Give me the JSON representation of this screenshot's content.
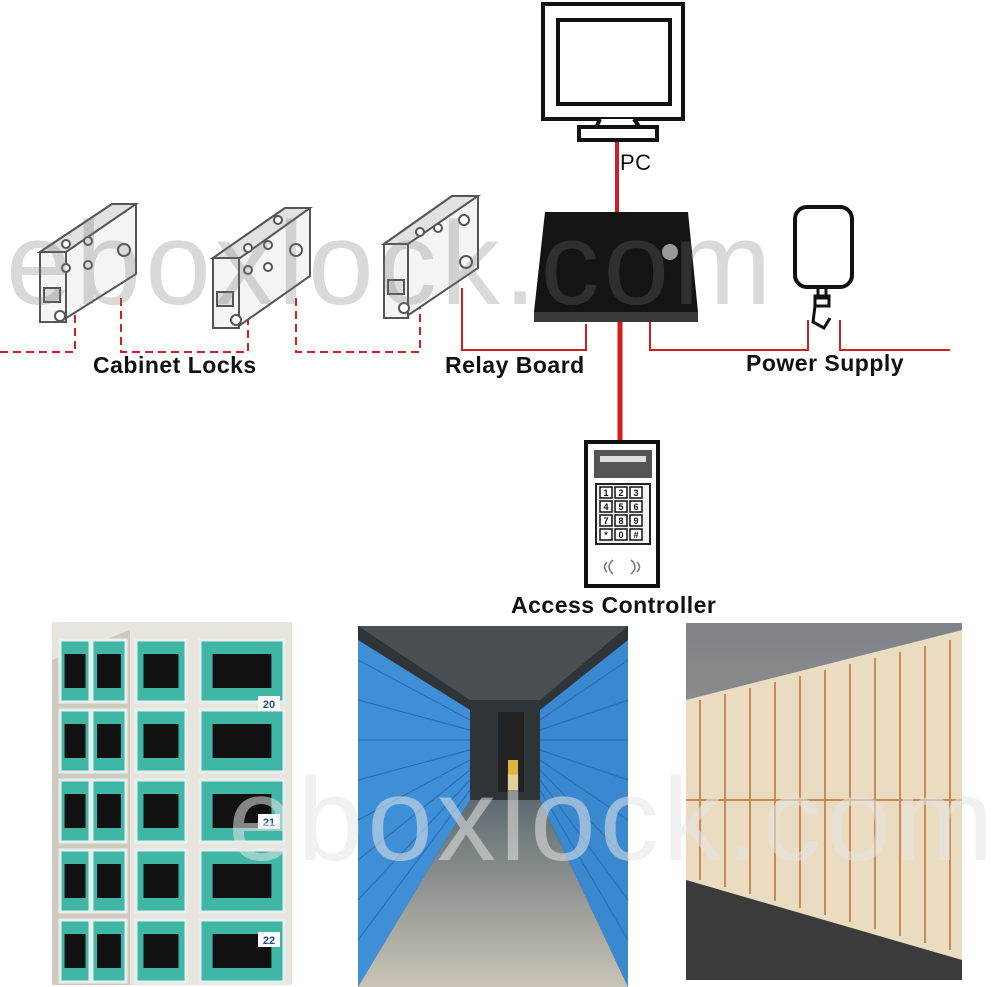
{
  "labels": {
    "pc": "PC",
    "cabinet_locks": "Cabinet Locks",
    "relay_board": "Relay Board",
    "power_supply": "Power Supply",
    "access_controller": "Access Controller"
  },
  "watermark": "eboxlock.com",
  "keypad_keys": [
    "1",
    "2",
    "3",
    "4",
    "5",
    "6",
    "7",
    "8",
    "9",
    "*",
    "0",
    "#"
  ],
  "locker_numbers": [
    "20",
    "21",
    "22"
  ],
  "colors": {
    "wire": "#d21f1f",
    "outline": "#111111",
    "teal": "#3fb6a6",
    "blue": "#3f8fd6",
    "wood": "#e9dcc1"
  }
}
